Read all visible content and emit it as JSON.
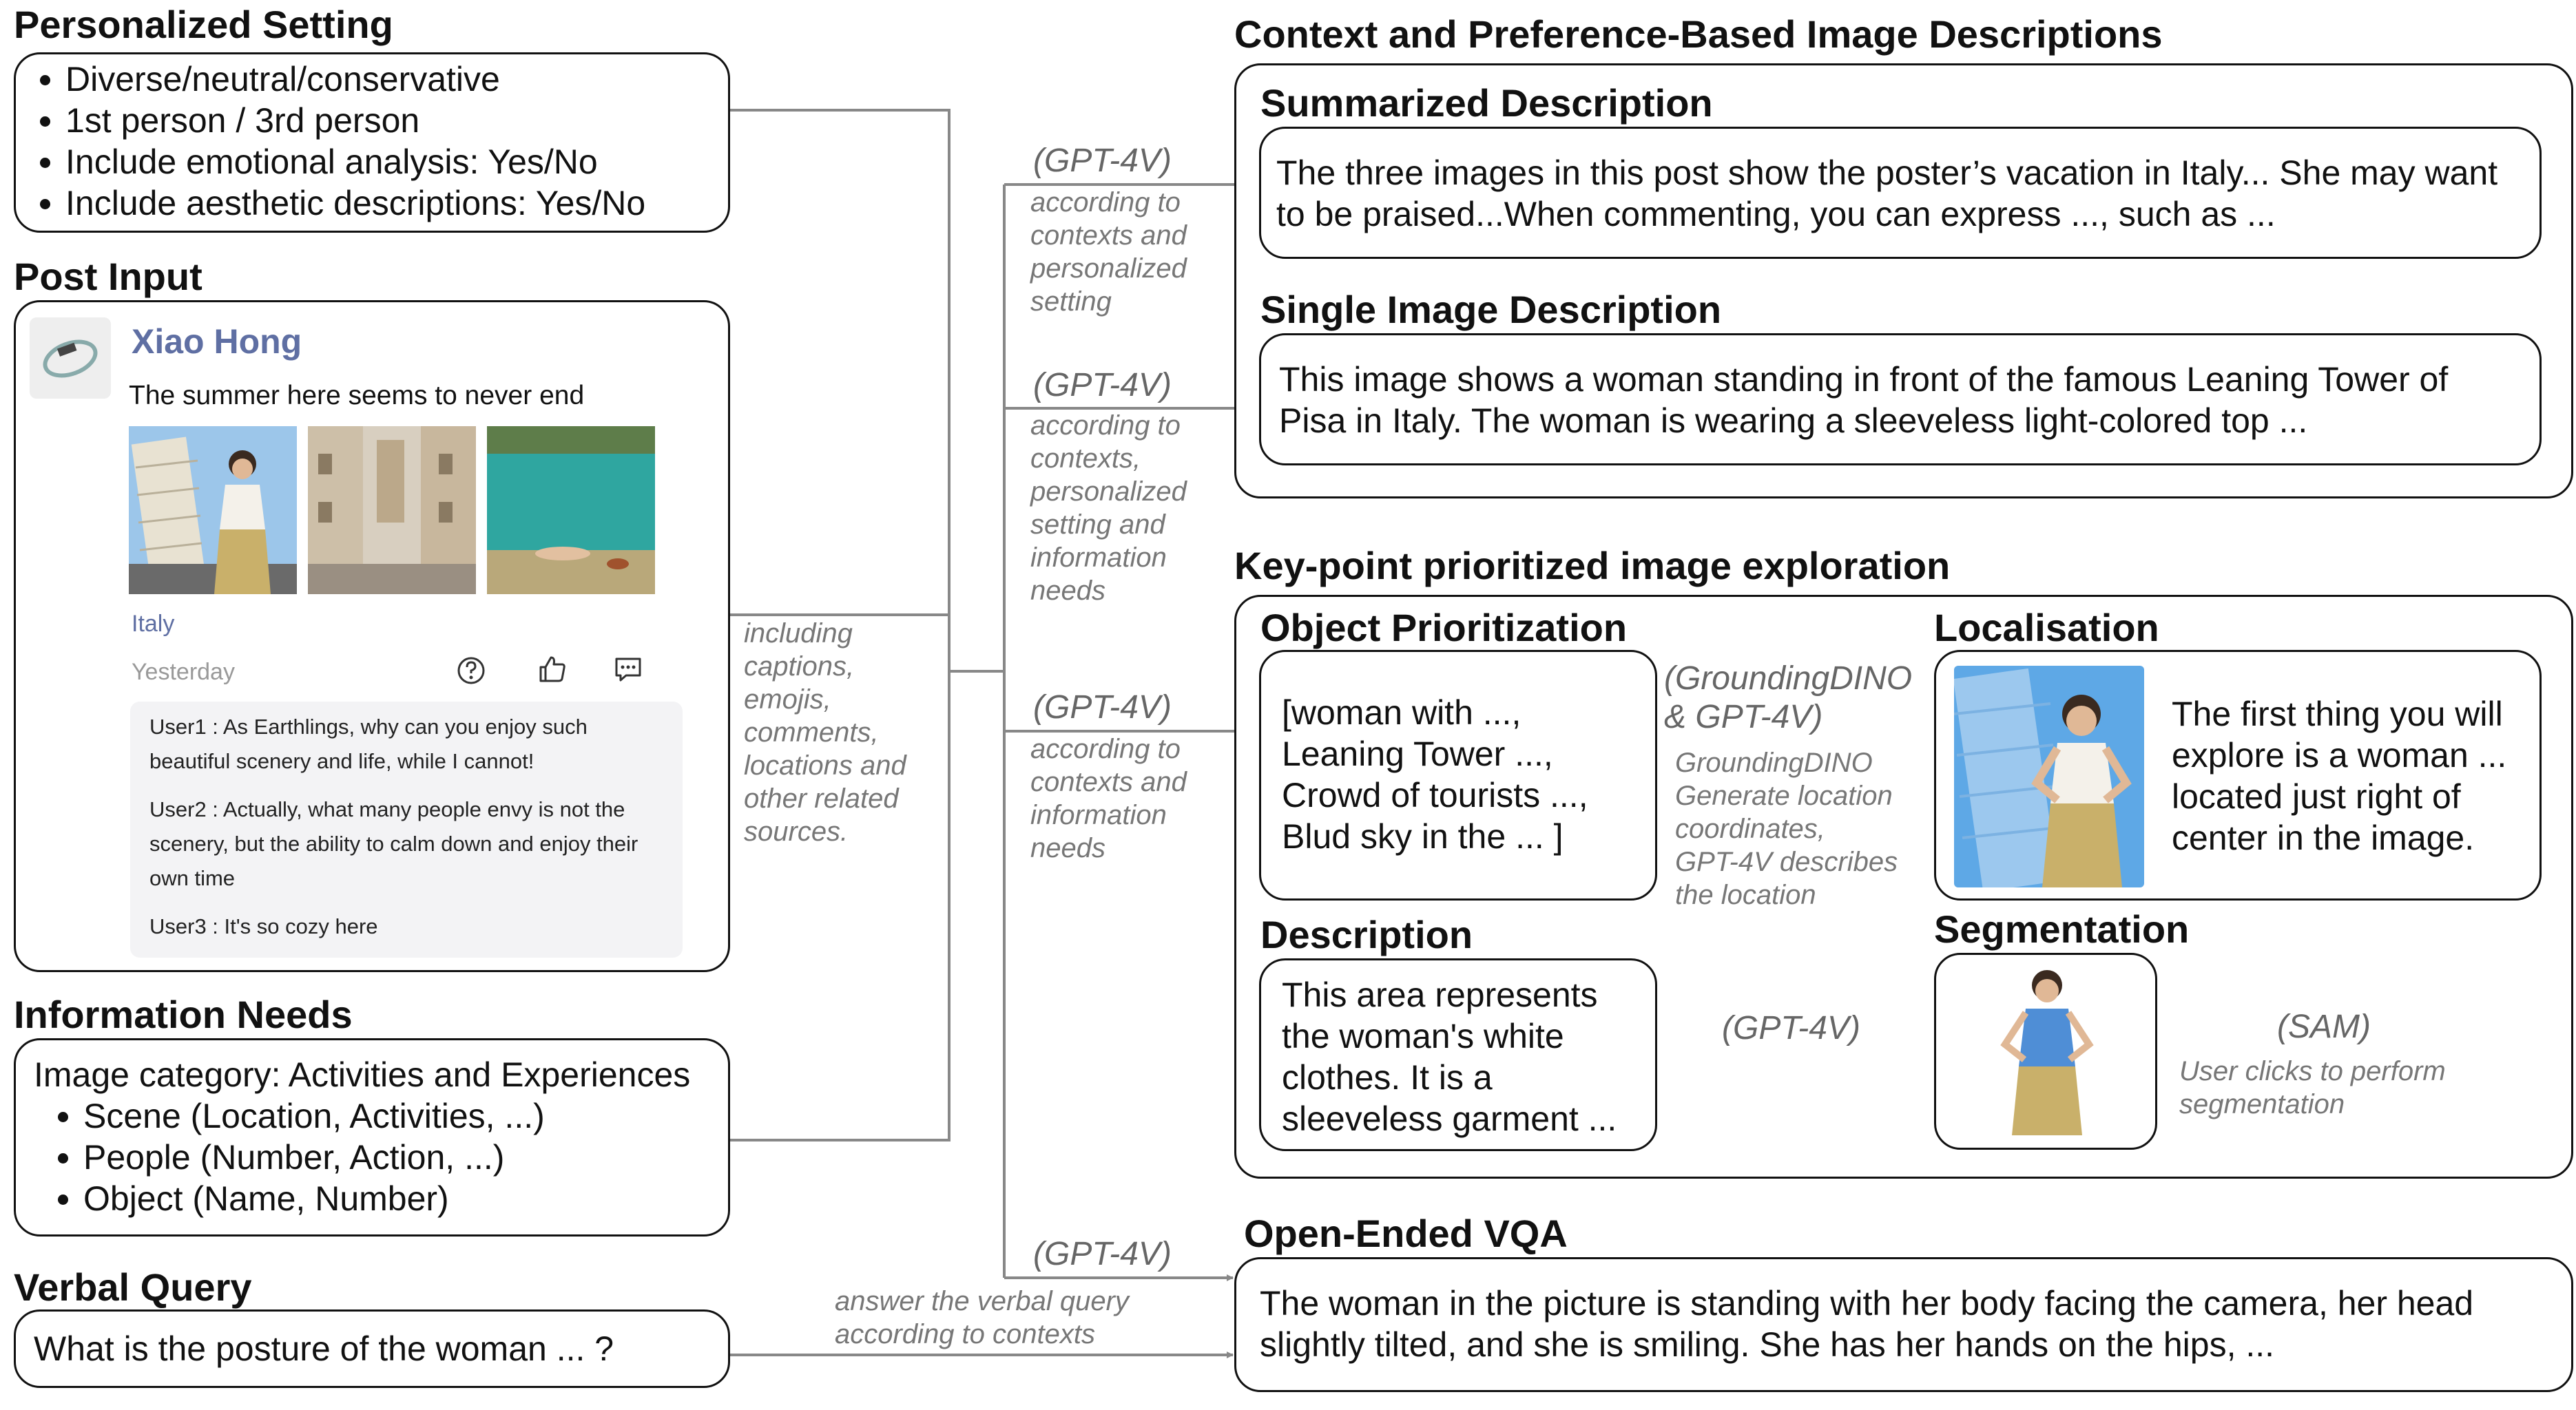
{
  "personalized": {
    "title": "Personalized Setting",
    "items": [
      "Diverse/neutral/conservative",
      "1st person / 3rd person",
      "Include emotional analysis: Yes/No",
      "Include aesthetic descriptions: Yes/No"
    ]
  },
  "post": {
    "title": "Post Input",
    "username": "Xiao Hong",
    "caption": "The summer here seems to never end",
    "location": "Italy",
    "time": "Yesterday",
    "comments": [
      "User1 : As Earthlings, why can you enjoy such",
      "beautiful scenery and life, while I cannot!",
      "User2 : Actually, what many people envy is not the",
      "scenery, but the ability to calm down and enjoy their",
      "own time",
      "User3 : It's so cozy here"
    ]
  },
  "needs": {
    "title": "Information Needs",
    "category": "Image category: Activities and Experiences",
    "items": [
      "Scene (Location, Activities, ...)",
      "People (Number, Action, ...)",
      "Object (Name, Number)"
    ]
  },
  "query": {
    "title": "Verbal Query",
    "text": "What is the posture of the woman ... ?"
  },
  "sources_note": [
    "including",
    "captions,",
    "emojis,",
    "comments,",
    "locations and",
    "other related",
    "sources."
  ],
  "arrows": {
    "a1_model": "(GPT-4V)",
    "a1_note": [
      "according to",
      "contexts and",
      "personalized",
      "setting"
    ],
    "a2_model": "(GPT-4V)",
    "a2_note": [
      "according to",
      "contexts,",
      "personalized",
      "setting and",
      "information",
      "needs"
    ],
    "a3_model": "(GPT-4V)",
    "a3_note": [
      "according to",
      "contexts and",
      "information",
      "needs"
    ],
    "a4_model": "(GPT-4V)",
    "query_note": [
      "answer the verbal query",
      "according to contexts"
    ]
  },
  "context_desc": {
    "title": "Context and Preference-Based Image Descriptions",
    "summarized_title": "Summarized Description",
    "summarized_text": [
      "The three images in this post show the poster’s vacation in Italy... She may want",
      "to be praised...When commenting, you can express ..., such as ..."
    ],
    "single_title": "Single Image Description",
    "single_text": [
      "This image shows a woman standing in front of the famous Leaning Tower of",
      "Pisa in Italy. The woman is wearing a sleeveless light-colored top ..."
    ]
  },
  "keypoint": {
    "title": "Key-point prioritized image exploration",
    "obj_title": "Object Prioritization",
    "obj_text": [
      "[woman with ...,",
      "Leaning Tower ...,",
      "Crowd of tourists ...,",
      "Blud sky in the ... ]"
    ],
    "grounding_model": [
      "(GroundingDINO",
      "& GPT-4V)"
    ],
    "grounding_note": [
      "GroundingDINO",
      "Generate location",
      "coordinates,",
      "GPT-4V describes",
      "the location"
    ],
    "loc_title": "Localisation",
    "loc_text": [
      "The first thing you will",
      "explore is a woman ...",
      "located just right of",
      "center in the image."
    ],
    "seg_title": "Segmentation",
    "sam_model": "(SAM)",
    "sam_note": [
      "User clicks to perform",
      "segmentation"
    ],
    "desc_gpt": "(GPT-4V)",
    "desc_title": "Description",
    "desc_text": [
      "This area represents",
      "the woman's white",
      "clothes. It is a",
      "sleeveless garment ..."
    ]
  },
  "vqa": {
    "title": "Open-Ended VQA",
    "text": [
      "The woman in the picture is standing with her body facing the camera, her head",
      "slightly tilted, and she is smiling. She has her hands on the hips, ..."
    ]
  }
}
